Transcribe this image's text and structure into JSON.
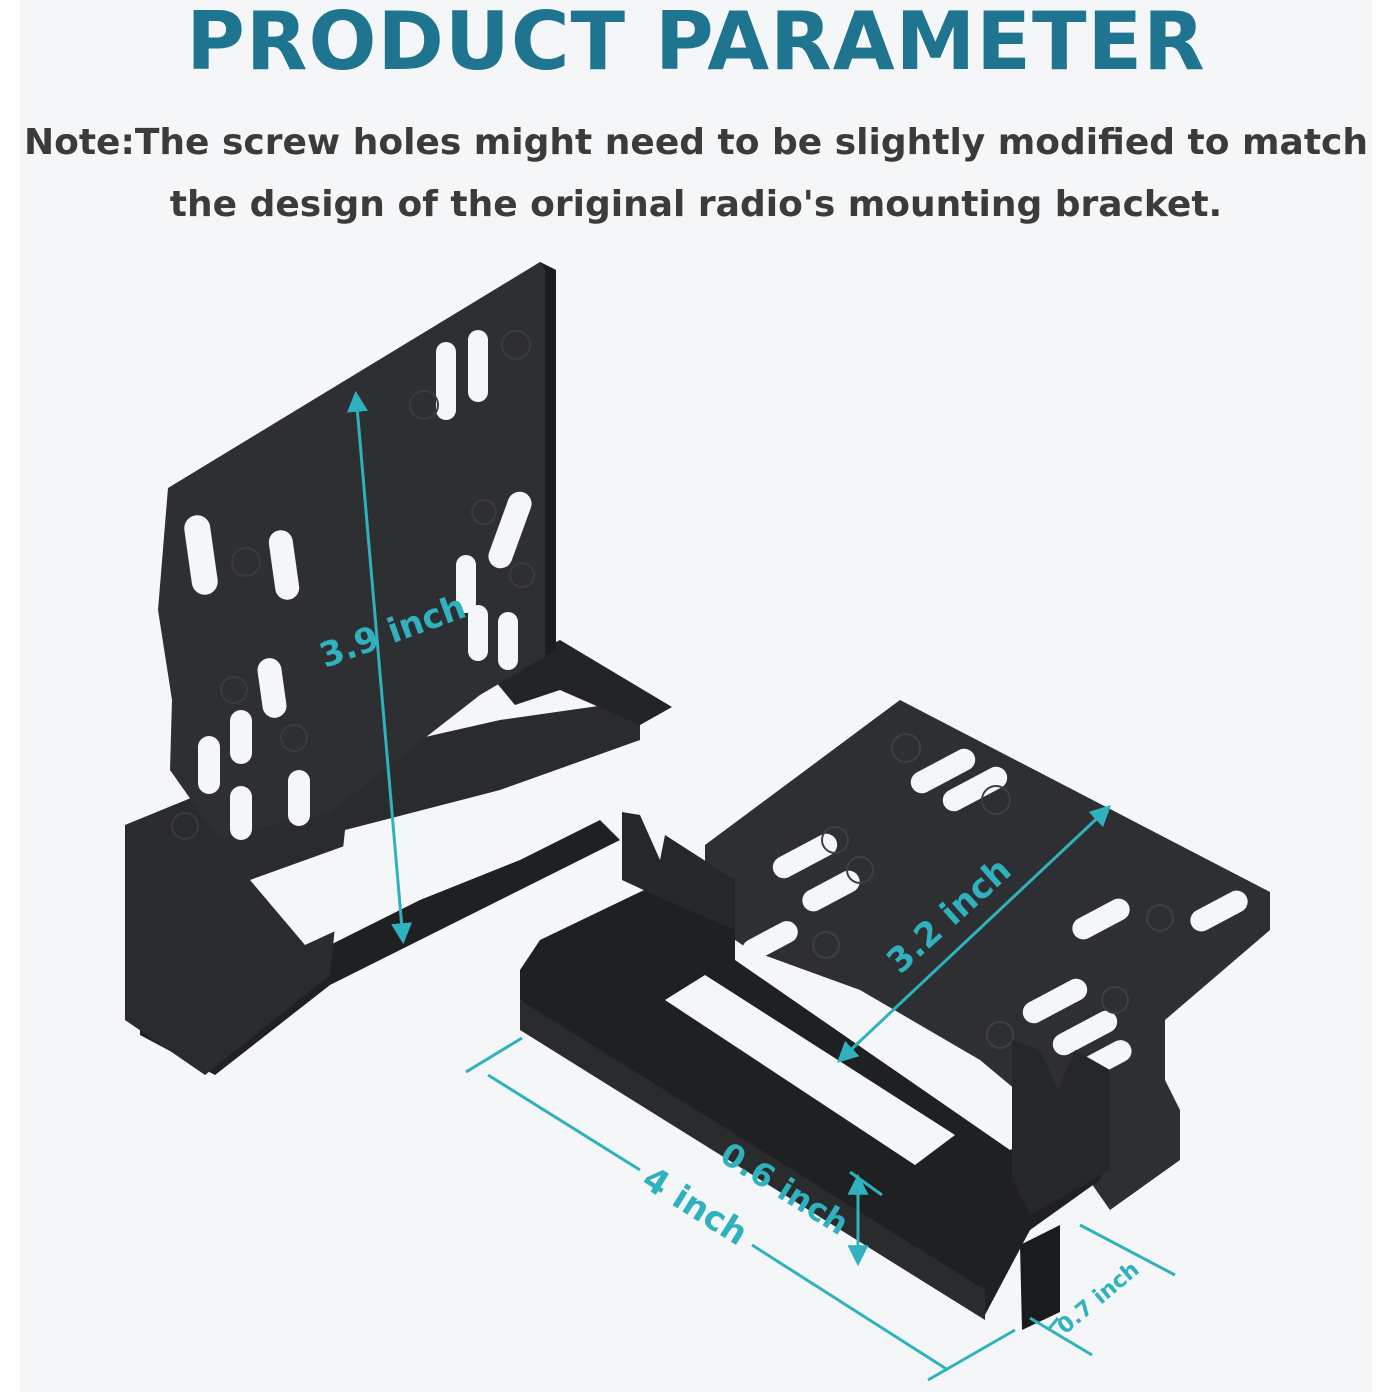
{
  "header": {
    "title": "PRODUCT PARAMETER",
    "note_line1": "Note:The screw holes might need to be slightly modified to match",
    "note_line2": "the design of the original radio's mounting bracket."
  },
  "dimensions": {
    "height_left": "3.9 inch",
    "depth_right": "3.2 inch",
    "length": "4 inch",
    "flange_height": "0.6 inch",
    "flange_width": "0.7 inch"
  },
  "colors": {
    "title": "#1f7490",
    "note": "#3b3b3b",
    "dimension": "#2fb2be",
    "bracket": "#2a2b2d",
    "background": "#f5f6f8"
  }
}
